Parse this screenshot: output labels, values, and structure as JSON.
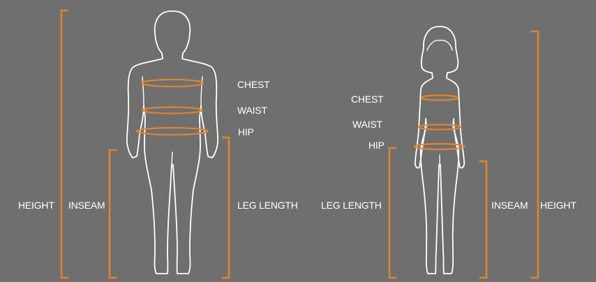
{
  "colors": {
    "background": "#6f6f6f",
    "accent": "#e0852f",
    "outline": "#ffffff"
  },
  "male": {
    "chest": "CHEST",
    "waist": "WAIST",
    "hip": "HIP",
    "height": "HEIGHT",
    "inseam": "INSEAM",
    "leg_length": "LEG LENGTH"
  },
  "female": {
    "chest": "CHEST",
    "waist": "WAIST",
    "hip": "HIP",
    "leg_length": "LEG LENGTH",
    "inseam": "INSEAM",
    "height": "HEIGHT"
  }
}
